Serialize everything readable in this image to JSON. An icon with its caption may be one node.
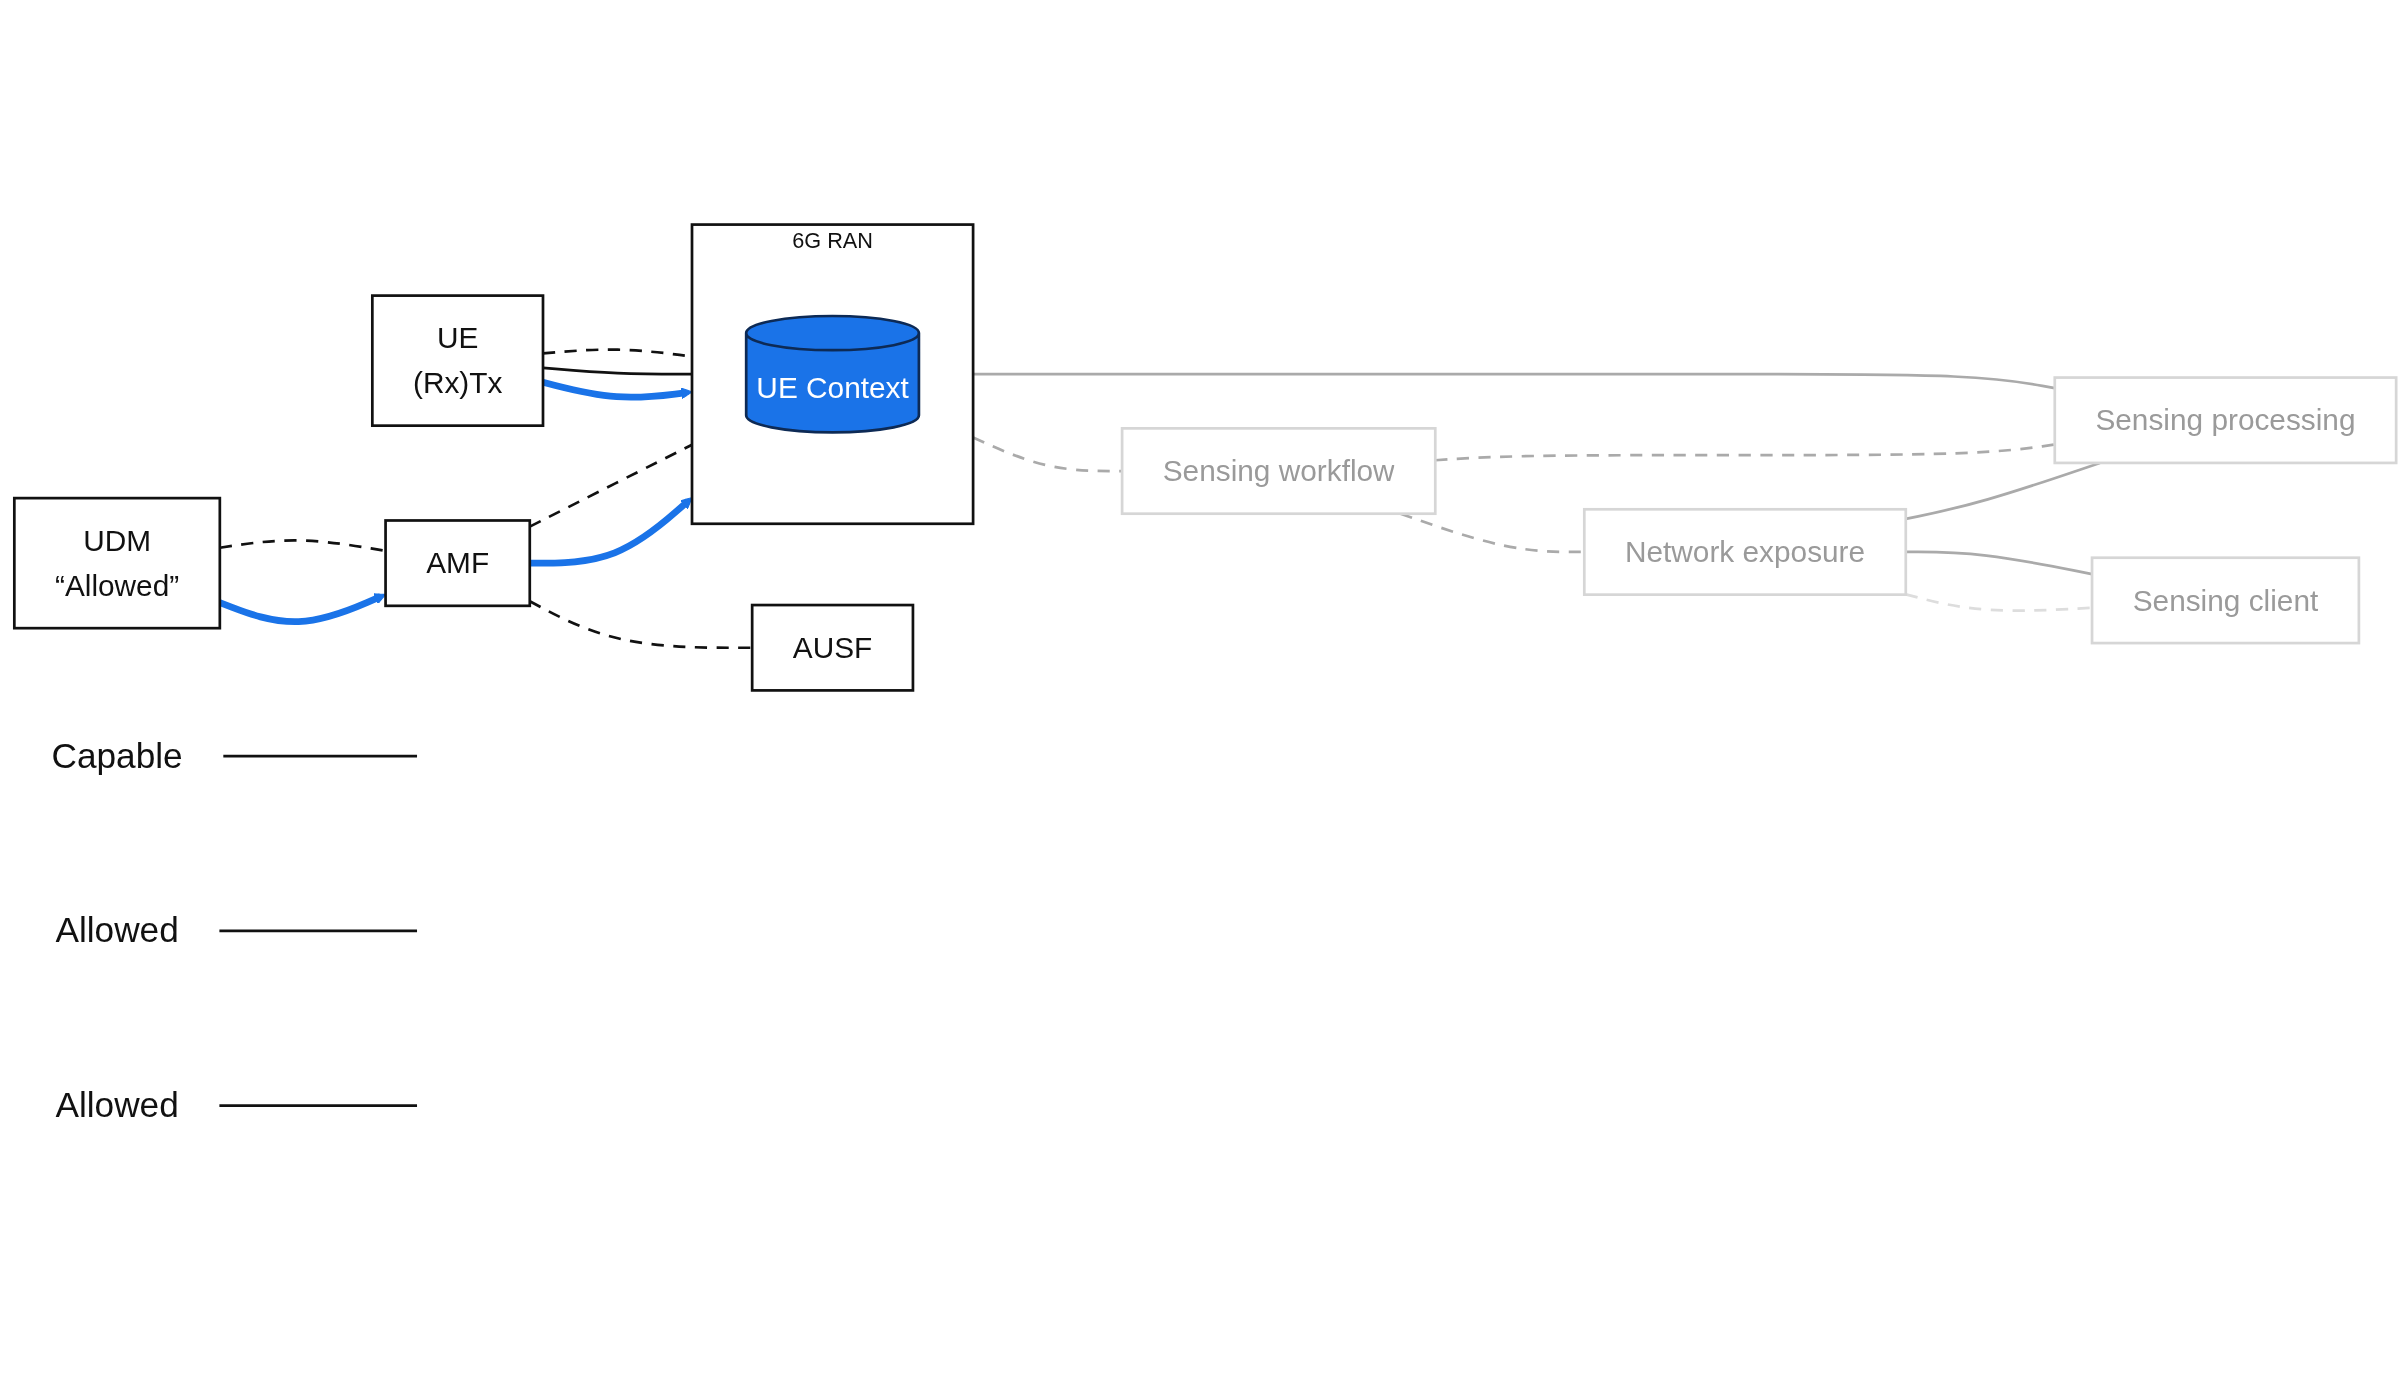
{
  "diagram": {
    "nodes": [
      {
        "text": [
          "UE",
          "(Rx)Tx"
        ]
      },
      {
        "text": [
          "6G RAN"
        ]
      },
      {
        "text": [
          "UE Context"
        ],
        "in": 1
      },
      {
        "text": [
          "AMF"
        ]
      },
      {
        "text": [
          "UDM",
          "“Allowed”"
        ]
      },
      {
        "text": [
          "AUSF"
        ]
      },
      {
        "text": [
          "Sensing workflow"
        ]
      },
      {
        "text": [
          "Network exposure"
        ]
      },
      {
        "text": [
          "Sensing client"
        ]
      },
      {
        "text": [
          "Sensing processing"
        ]
      },
      {
        "text": [
          "Capable"
        ]
      },
      {
        "text": [
          "Allowed"
        ]
      },
      {
        "text": [
          "Allowed"
        ]
      }
    ],
    "edges": [
      {
        "from": 0,
        "to": 1,
        "arrow": "to",
        "style": "thick",
        "color": "#1a73e8"
      },
      {
        "from": 0,
        "to": 1,
        "arrow": "none",
        "color": "#111111"
      },
      {
        "from": 0,
        "to": 1,
        "arrow": "none",
        "style": "dashed",
        "color": "#111111"
      },
      {
        "from": 3,
        "to": 1,
        "arrow": "to",
        "style": "thick",
        "color": "#1a73e8"
      },
      {
        "from": 3,
        "to": 1,
        "arrow": "none",
        "style": "dashed",
        "color": "#111111"
      },
      {
        "from": 4,
        "to": 3,
        "arrow": "to",
        "style": "thick",
        "color": "#1a73e8"
      },
      {
        "from": 4,
        "to": 3,
        "arrow": "none",
        "style": "dashed",
        "color": "#111111"
      },
      {
        "from": 3,
        "to": 5,
        "arrow": "none",
        "style": "dashed",
        "color": "#111111"
      },
      {
        "from": 1,
        "to": 6,
        "arrow": "none",
        "style": "dashed",
        "color": "#aaaaaa"
      },
      {
        "from": 1,
        "to": 9,
        "arrow": "none",
        "color": "#aaaaaa"
      },
      {
        "from": 6,
        "to": 7,
        "arrow": "none",
        "style": "dashed",
        "color": "#aaaaaa"
      },
      {
        "from": 7,
        "to": 8,
        "arrow": "none",
        "style": "dashed",
        "color": "#dddddd"
      },
      {
        "from": 7,
        "to": 8,
        "arrow": "none",
        "color": "#aaaaaa"
      },
      {
        "from": 6,
        "to": 9,
        "arrow": "none",
        "style": "dashed",
        "color": "#aaaaaa"
      },
      {
        "from": 7,
        "to": 9,
        "arrow": "none",
        "color": "#aaaaaa"
      },
      {
        "from": 10,
        "to": null,
        "arrow": "none",
        "color": "#111111"
      },
      {
        "from": 11,
        "to": null,
        "arrow": "none",
        "color": "#111111"
      },
      {
        "from": 12,
        "to": null,
        "arrow": "none",
        "color": "#111111"
      }
    ]
  }
}
